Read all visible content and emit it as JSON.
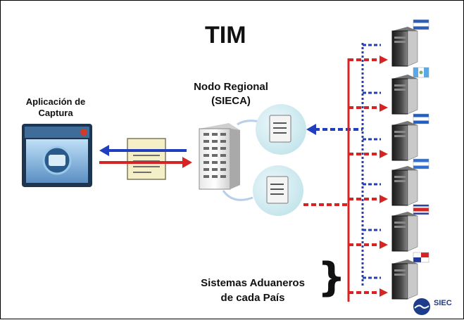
{
  "title": "TIM",
  "capture_app": {
    "label_line1": "Aplicación de",
    "label_line2": "Captura"
  },
  "regional_node": {
    "label_line1": "Nodo Regional",
    "label_line2": "(SIECA)"
  },
  "systems": {
    "label_line1": "Sistemas Aduaneros",
    "label_line2": "de cada País"
  },
  "logo": {
    "text": "SIEC"
  },
  "colors": {
    "blue_flow": "#1f3fbf",
    "red_flow": "#d62424",
    "server_dark": "#2b2b2b",
    "bubble": "#d6eef2"
  },
  "countries": [
    {
      "name": "El Salvador",
      "flag": "sv"
    },
    {
      "name": "Guatemala",
      "flag": "gt"
    },
    {
      "name": "Honduras",
      "flag": "hn"
    },
    {
      "name": "Nicaragua",
      "flag": "ni"
    },
    {
      "name": "Costa Rica",
      "flag": "cr"
    },
    {
      "name": "Panamá",
      "flag": "pa"
    }
  ]
}
